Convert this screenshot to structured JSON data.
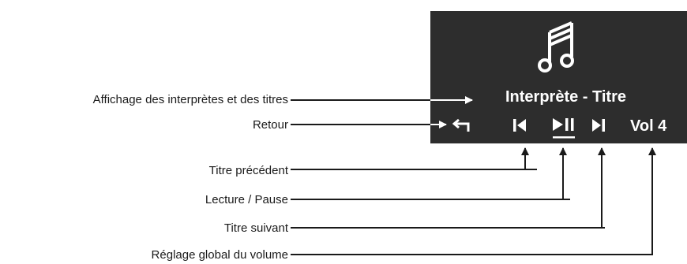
{
  "display": {
    "artist_title_text": "Interprète - Titre",
    "volume_text": "Vol 4"
  },
  "labels": {
    "artist_title_display": "Affichage des interprètes et des titres",
    "back": "Retour",
    "previous_track": "Titre précédent",
    "play_pause": "Lecture / Pause",
    "next_track": "Titre suivant",
    "volume": "Réglage global du volume"
  },
  "colors": {
    "screen_bg": "#2d2d2d",
    "screen_fg": "#ffffff",
    "line": "#1a1a1a"
  },
  "icons": [
    "music-note-icon",
    "back-arrow-icon",
    "previous-icon",
    "play-pause-icon",
    "next-icon"
  ]
}
